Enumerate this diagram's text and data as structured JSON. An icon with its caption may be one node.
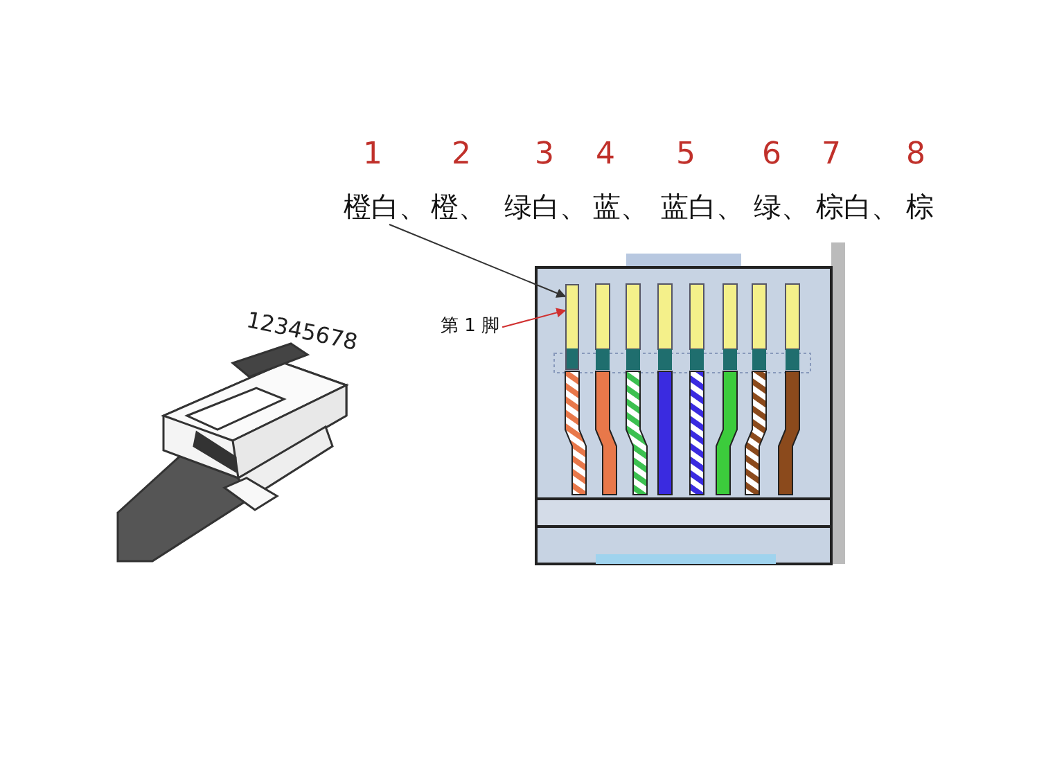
{
  "diagram": {
    "nodes": [
      {
        "text": [
          "橙白、"
        ]
      },
      {
        "text": [],
        "shape": "bar"
      },
      {
        "text": [
          "第 1 脚"
        ]
      }
    ],
    "edges": [
      {
        "from": 0,
        "to": 1,
        "arrow": "to"
      },
      {
        "from": 2,
        "to": 1,
        "arrow": "to",
        "color": "#d03030"
      }
    ],
    "labels": [
      "1",
      "2",
      "3",
      "4",
      "5",
      "6",
      "7",
      "8",
      "橙、",
      "绿白、",
      "蓝、",
      "蓝白、",
      "绿、",
      "棕白、",
      "棕",
      "12345678"
    ]
  }
}
